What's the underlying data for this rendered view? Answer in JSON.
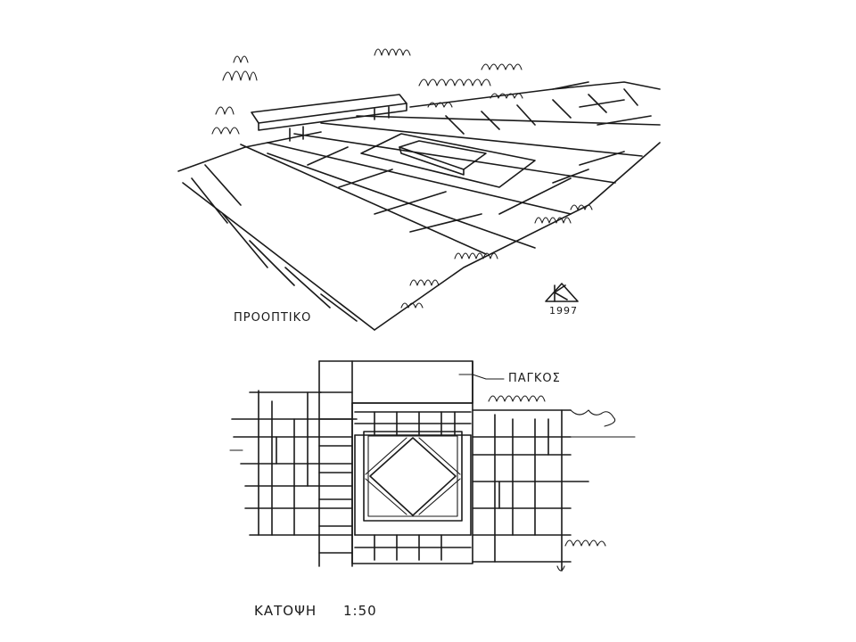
{
  "perspective": {
    "label": "ΠΡΟΟΠΤΙΚΟ",
    "signature_year": "1997"
  },
  "plan": {
    "bench_label": "ΠΑΓΚΟΣ",
    "title": "ΚΑΤΟΨΗ",
    "scale": "1:50"
  }
}
